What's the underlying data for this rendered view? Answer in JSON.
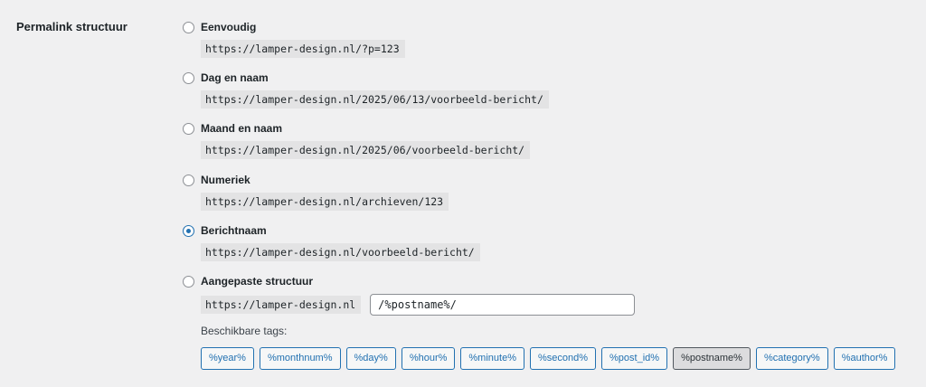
{
  "section_label": "Permalink structuur",
  "options": [
    {
      "label": "Eenvoudig",
      "example": "https://lamper-design.nl/?p=123",
      "checked": false
    },
    {
      "label": "Dag en naam",
      "example": "https://lamper-design.nl/2025/06/13/voorbeeld-bericht/",
      "checked": false
    },
    {
      "label": "Maand en naam",
      "example": "https://lamper-design.nl/2025/06/voorbeeld-bericht/",
      "checked": false
    },
    {
      "label": "Numeriek",
      "example": "https://lamper-design.nl/archieven/123",
      "checked": false
    },
    {
      "label": "Berichtnaam",
      "example": "https://lamper-design.nl/voorbeeld-bericht/",
      "checked": true
    },
    {
      "label": "Aangepaste structuur",
      "checked": false
    }
  ],
  "custom": {
    "base": "https://lamper-design.nl",
    "value": "/%postname%/"
  },
  "tags_label": "Beschikbare tags:",
  "tags": [
    {
      "label": "%year%",
      "active": false
    },
    {
      "label": "%monthnum%",
      "active": false
    },
    {
      "label": "%day%",
      "active": false
    },
    {
      "label": "%hour%",
      "active": false
    },
    {
      "label": "%minute%",
      "active": false
    },
    {
      "label": "%second%",
      "active": false
    },
    {
      "label": "%post_id%",
      "active": false
    },
    {
      "label": "%postname%",
      "active": true
    },
    {
      "label": "%category%",
      "active": false
    },
    {
      "label": "%author%",
      "active": false
    }
  ],
  "colors": {
    "accent": "#2271b1",
    "background": "#f0f0f1",
    "code_background": "#e3e3e4"
  }
}
